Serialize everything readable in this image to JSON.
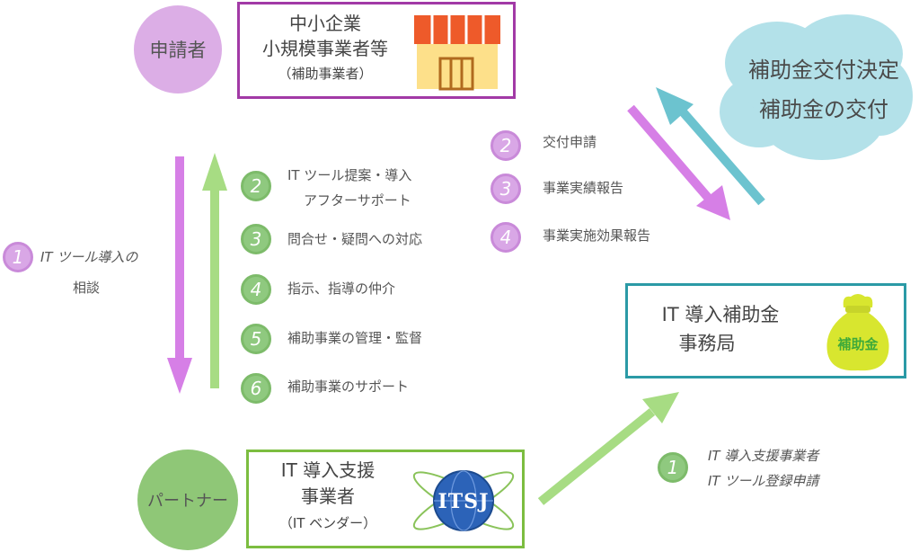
{
  "applicant": {
    "label": "申請者"
  },
  "sme": {
    "line1": "中小企業",
    "line2": "小規模事業者等",
    "line3": "（補助事業者）"
  },
  "cloud": {
    "line1": "補助金交付決定",
    "line2": "補助金の交付"
  },
  "partner": {
    "label": "パートナー"
  },
  "vendor": {
    "line1": "IT 導入支援",
    "line2": "事業者",
    "line3": "（IT ベンダー）",
    "logo_text": "ITSJ"
  },
  "office": {
    "line1": "IT 導入補助金",
    "line2": "事務局",
    "bag_text": "補助金"
  },
  "left_consult": {
    "num": "1",
    "line1": "IT ツール導入の",
    "line2": "相談"
  },
  "partner_items": [
    {
      "num": "2",
      "line1": "IT ツール提案・導入",
      "line2": "アフターサポート"
    },
    {
      "num": "3",
      "line1": "問合せ・疑問への対応"
    },
    {
      "num": "4",
      "line1": "指示、指導の仲介"
    },
    {
      "num": "5",
      "line1": "補助事業の管理・監督"
    },
    {
      "num": "6",
      "line1": "補助事業のサポート"
    }
  ],
  "office_items": [
    {
      "num": "2",
      "line1": "交付申請"
    },
    {
      "num": "3",
      "line1": "事業実績報告"
    },
    {
      "num": "4",
      "line1": "事業実施効果報告"
    }
  ],
  "vendor_items": {
    "num": "1",
    "line1": "IT 導入支援事業者",
    "line2": "IT ツール登録申請"
  },
  "colors": {
    "purple": "#d67fe6",
    "green": "#a7dc83",
    "teal": "#6cc3cf",
    "sme_border": "#a23aa6",
    "vendor_border": "#7cbd40",
    "office_border": "#2b9aa6",
    "cloud": "#b3e1e9"
  }
}
